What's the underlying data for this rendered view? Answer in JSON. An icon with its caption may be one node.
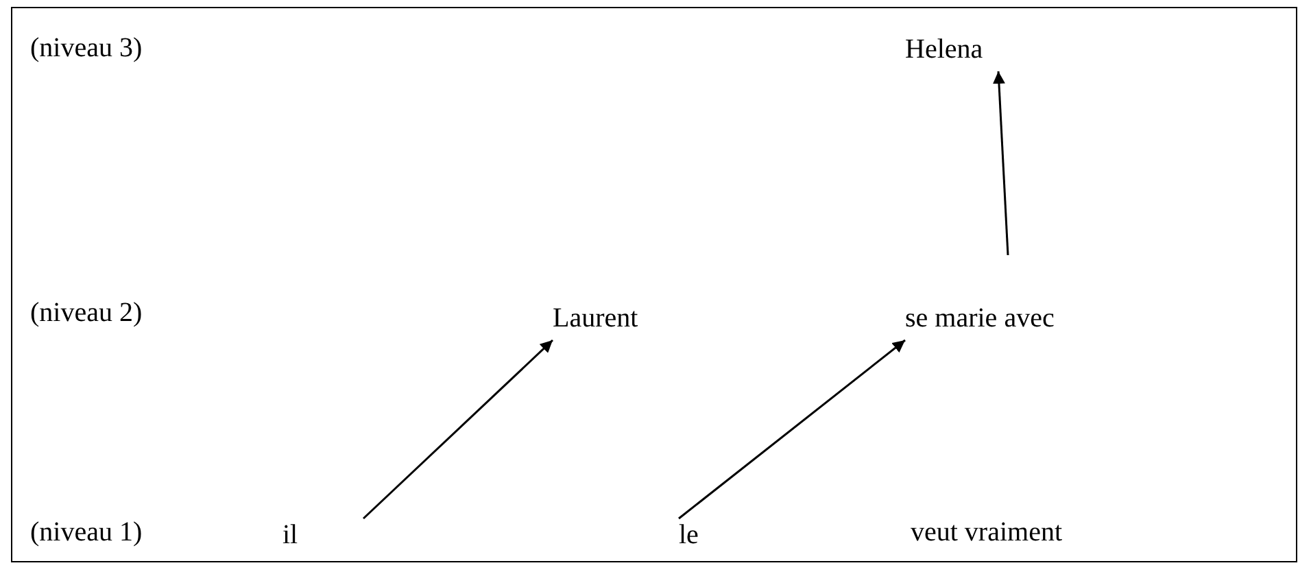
{
  "diagram": {
    "nodes": [
      {
        "text": [
          "Helena"
        ]
      },
      {
        "text": [
          "Laurent"
        ]
      },
      {
        "text": [
          "se marie avec"
        ]
      },
      {
        "text": [
          "il"
        ]
      },
      {
        "text": [
          "le"
        ]
      }
    ],
    "edges": [
      {
        "from": 3,
        "to": 1,
        "arrow": "to"
      },
      {
        "from": 4,
        "to": 2,
        "arrow": "to"
      },
      {
        "from": 2,
        "to": 0,
        "arrow": "to"
      }
    ],
    "labels": [
      "(niveau 3)",
      "(niveau 2)",
      "(niveau 1)",
      "veut vraiment"
    ]
  }
}
